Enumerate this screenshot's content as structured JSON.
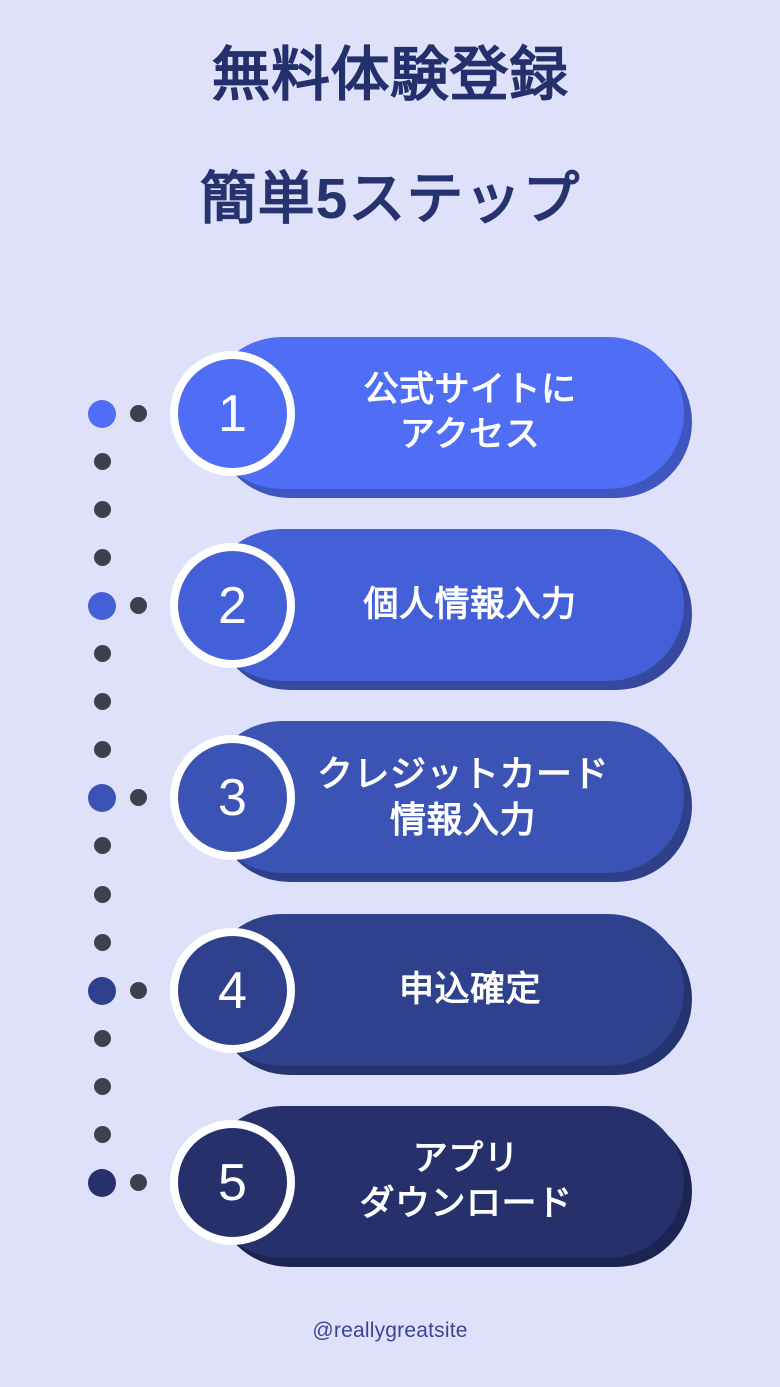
{
  "theme": {
    "background": "#dfe1fb",
    "title_color": "#23306b",
    "handle_color": "#3b4593",
    "dot_color": "#3c414e",
    "ring_color": "#ffffff"
  },
  "header": {
    "title": "無料体験登録",
    "subtitle": "簡単5ステップ"
  },
  "steps": [
    {
      "number": "1",
      "label": "公式サイトに\nアクセス",
      "color": "#4f6df5",
      "shadow": "#3f55bf"
    },
    {
      "number": "2",
      "label": "個人情報入力",
      "color": "#4460d8",
      "shadow": "#36499f"
    },
    {
      "number": "3",
      "label": "クレジットカード\n情報入力",
      "color": "#3b53b5",
      "shadow": "#2e4089"
    },
    {
      "number": "4",
      "label": "申込確定",
      "color": "#2f418c",
      "shadow": "#25336e"
    },
    {
      "number": "5",
      "label": "アプリ\nダウンロード",
      "color": "#26306b",
      "shadow": "#1c2452"
    }
  ],
  "footer": {
    "handle": "@reallygreatsite"
  }
}
